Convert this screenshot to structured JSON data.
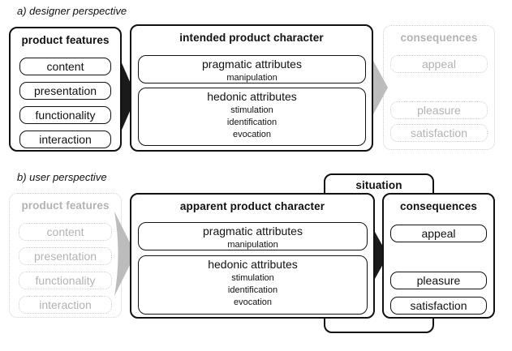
{
  "panel_a": {
    "label": "a) designer perspective",
    "product_features": {
      "title": "product features",
      "items": [
        "content",
        "presentation",
        "functionality",
        "interaction"
      ]
    },
    "character": {
      "title": "intended product character",
      "pragmatic": {
        "title": "pragmatic attributes",
        "sub": [
          "manipulation"
        ]
      },
      "hedonic": {
        "title": "hedonic attributes",
        "sub": [
          "stimulation",
          "identification",
          "evocation"
        ]
      }
    },
    "consequences": {
      "title": "consequences",
      "items": [
        "appeal",
        "pleasure",
        "satisfaction"
      ]
    }
  },
  "panel_b": {
    "label": "b) user perspective",
    "situation": {
      "title": "situation"
    },
    "product_features": {
      "title": "product features",
      "items": [
        "content",
        "presentation",
        "functionality",
        "interaction"
      ]
    },
    "character": {
      "title": "apparent product character",
      "pragmatic": {
        "title": "pragmatic attributes",
        "sub": [
          "manipulation"
        ]
      },
      "hedonic": {
        "title": "hedonic attributes",
        "sub": [
          "stimulation",
          "identification",
          "evocation"
        ]
      }
    },
    "consequences": {
      "title": "consequences",
      "items": [
        "appeal",
        "pleasure",
        "satisfaction"
      ]
    }
  },
  "colors": {
    "ink": "#111111",
    "faded_text": "#b3b3b3",
    "faded_border": "#cfcfcf",
    "gray_arrow": "#bcbcbc",
    "black_arrow": "#1a1a1a"
  }
}
